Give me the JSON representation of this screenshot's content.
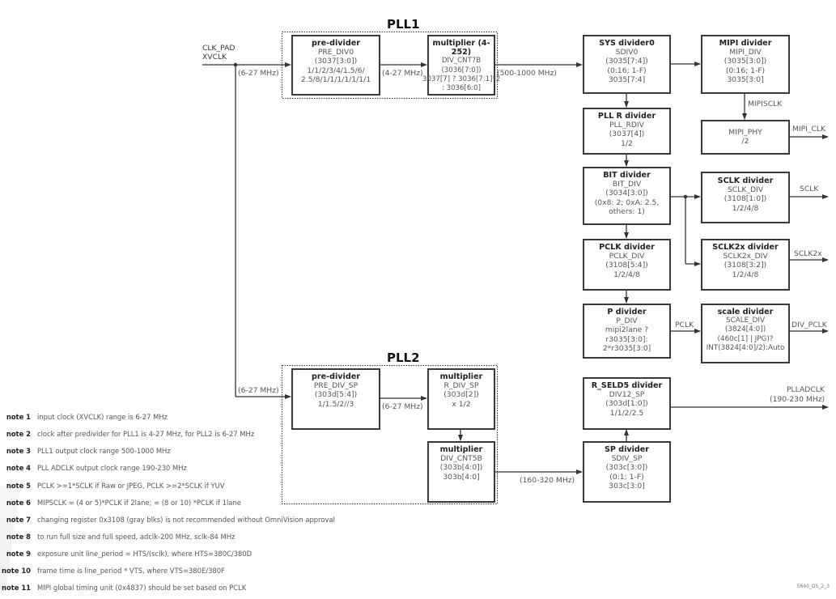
{
  "inputs": {
    "clk_pad": "CLK_PAD",
    "xvclk": "XVCLK"
  },
  "pll1": {
    "title": "PLL1",
    "pre_divider": {
      "title": "pre-divider",
      "lines": [
        "PRE_DIV0",
        "(3037[3:0])",
        "1/1/2/3/4/1.5/6/",
        "2.5/8/1/1/1/1/1/1/1"
      ]
    },
    "multiplier": {
      "title": "multiplier (4-252)",
      "lines": [
        "DIV_CNT7B",
        "(3036[7:0])",
        "3037[7] ? 3036[7:1]*2",
        ": 3036[6:0]"
      ]
    }
  },
  "pll2": {
    "title": "PLL2",
    "pre_divider": {
      "title": "pre-divider",
      "lines": [
        "PRE_DIV_SP",
        "(303d[5:4])",
        "1/1.5/2//3"
      ]
    },
    "multiplier_r": {
      "title": "multiplier",
      "lines": [
        "R_DIV_SP",
        "(303d[2])",
        "x 1/2"
      ]
    },
    "multiplier_cnt": {
      "title": "multiplier",
      "lines": [
        "DIV_CNT5B",
        "(303b[4:0])",
        "303b[4:0]"
      ]
    }
  },
  "blocks": {
    "sys_divider": {
      "title": "SYS divider0",
      "lines": [
        "SDIV0",
        "(3035[7:4])",
        "(0:16; 1-F)",
        "3035[7:4]"
      ]
    },
    "mipi_divider": {
      "title": "MIPI divider",
      "lines": [
        "MIPI_DIV",
        "(3035[3:0])",
        "(0:16; 1-F)",
        "3035[3:0]"
      ]
    },
    "pll_r_divider": {
      "title": "PLL R divider",
      "lines": [
        "PLL_RDIV",
        "(3037[4])",
        "1/2"
      ]
    },
    "mipi_phy": {
      "title": "",
      "lines": [
        "MIPI_PHY",
        "/2"
      ]
    },
    "bit_divider": {
      "title": "BIT divider",
      "lines": [
        "BIT_DIV",
        "(3034[3:0])",
        "(0x8: 2; 0xA: 2.5,",
        "others: 1)"
      ]
    },
    "sclk_divider": {
      "title": "SCLK divider",
      "lines": [
        "SCLK_DIV",
        "(3108[1:0])",
        "1/2/4/8"
      ]
    },
    "pclk_divider": {
      "title": "PCLK divider",
      "lines": [
        "PCLK_DIV",
        "(3108[5:4])",
        "1/2/4/8"
      ]
    },
    "sclk2x_divider": {
      "title": "SCLK2x divider",
      "lines": [
        "SCLK2x_DIV",
        "(3108[3:2])",
        "1/2/4/8"
      ]
    },
    "p_divider": {
      "title": "P divider",
      "lines": [
        "P_DIV",
        "mipi2lane ?",
        "r3035[3:0]:",
        "2*r3035[3:0]"
      ]
    },
    "scale_divider": {
      "title": "scale divider",
      "lines": [
        "SCALE_DIV",
        "(3824[4:0])",
        "(460c[1] | JPG)?",
        "INT(3824[4:0]/2):Auto"
      ]
    },
    "r_seld5_divider": {
      "title": "R_SELD5 divider",
      "lines": [
        "DIV12_SP",
        "(303d[1:0])",
        "1/1/2/2.5"
      ]
    },
    "sp_divider": {
      "title": "SP divider",
      "lines": [
        "SDIV_SP",
        "(303c[3:0])",
        "(0:1; 1-F)",
        "303c[3:0]"
      ]
    }
  },
  "edge_labels": {
    "in_pll1": "(6-27 MHz)",
    "pre1_to_mult1": "(4-27 MHz)",
    "pll1_out": "(500-1000 MHz)",
    "mipisclk": "MIPISCLK",
    "mipi_clk": "MIPI_CLK",
    "sclk": "SCLK",
    "sclk2x": "SCLK2x",
    "pclk": "PCLK",
    "div_pclk": "DIV_PCLK",
    "in_pll2": "(6-27 MHz)",
    "pre2_to_mult2": "(6-27 MHz)",
    "pll2_out": "(160-320 MHz)",
    "plladclk": "PLLADCLK",
    "plladclk_range": "(190-230 MHz)"
  },
  "notes": [
    {
      "label": "note 1",
      "text": "input clock (XVCLK) range is 6-27 MHz"
    },
    {
      "label": "note 2",
      "text": "clock after predivider for PLL1 is 4-27 MHz, for PLL2 is 6-27 MHz"
    },
    {
      "label": "note 3",
      "text": "PLL1 output clock range 500-1000 MHz"
    },
    {
      "label": "note 4",
      "text": "PLL ADCLK output clock range 190-230 MHz"
    },
    {
      "label": "note 5",
      "text": "PCLK >=1*SCLK if Raw or JPEG, PCLK >=2*SCLK if YUV"
    },
    {
      "label": "note 6",
      "text": "MIPSCLK = (4 or 5)*PCLK if 2lane; = (8 or 10) *PCLK if 1lane"
    },
    {
      "label": "note 7",
      "text": "changing register 0x3108 (gray blks) is not recommended without OmniVision approval"
    },
    {
      "label": "note 8",
      "text": "to run full size and full speed, adclk-200 MHz, sclk-84 MHz"
    },
    {
      "label": "note 9",
      "text": "exposure unit line_period = HTS/(sclk), where HTS=380C/380D"
    },
    {
      "label": "note 10",
      "text": "frame time is line_period * VTS, where VTS=380E/380F"
    },
    {
      "label": "note 11",
      "text": "MIPI global timing unit (0x4837) should be set based on PCLK"
    }
  ],
  "footer": {
    "code": "5640_DS_2_3"
  }
}
